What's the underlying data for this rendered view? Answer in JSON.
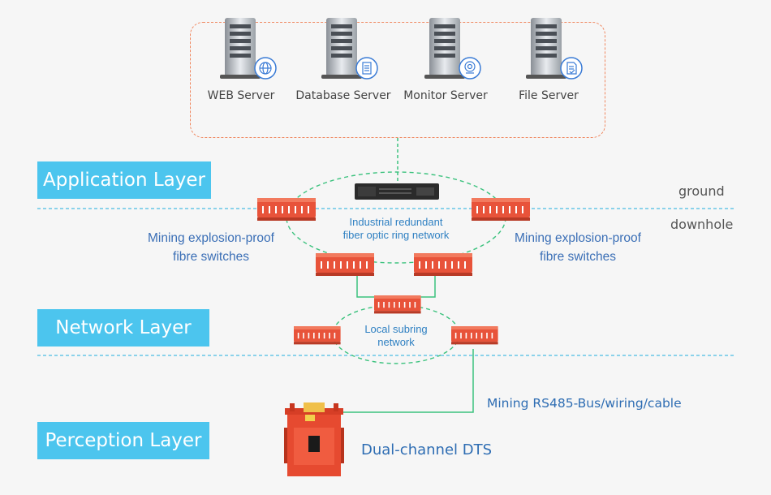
{
  "servers": [
    {
      "label": "WEB Server",
      "icon": "globe-icon"
    },
    {
      "label": "Database Server",
      "icon": "database-icon"
    },
    {
      "label": "Monitor Server",
      "icon": "camera-icon"
    },
    {
      "label": "File Server",
      "icon": "file-icon"
    }
  ],
  "layers": {
    "application": "Application Layer",
    "network": "Network Layer",
    "perception": "Perception Layer"
  },
  "zones": {
    "ground": "ground",
    "downhole": "downhole"
  },
  "network": {
    "ring_label_line1": "Industrial redundant",
    "ring_label_line2": "fiber optic ring network",
    "subring_label_line1": "Local subring",
    "subring_label_line2": "network",
    "switch_left_line1": "Mining explosion-proof",
    "switch_left_line2": "fibre switches",
    "switch_right_line1": "Mining explosion-proof",
    "switch_right_line2": "fibre switches"
  },
  "perception": {
    "bus_label": "Mining RS485-Bus/wiring/cable",
    "device_label": "Dual-channel DTS"
  },
  "colors": {
    "layer_bg": "#4cc5ee",
    "switch_orange": "#e8533a",
    "dashed_blue": "#4bbde4",
    "green_line": "#3cc27e",
    "box_border": "#f0875f"
  }
}
